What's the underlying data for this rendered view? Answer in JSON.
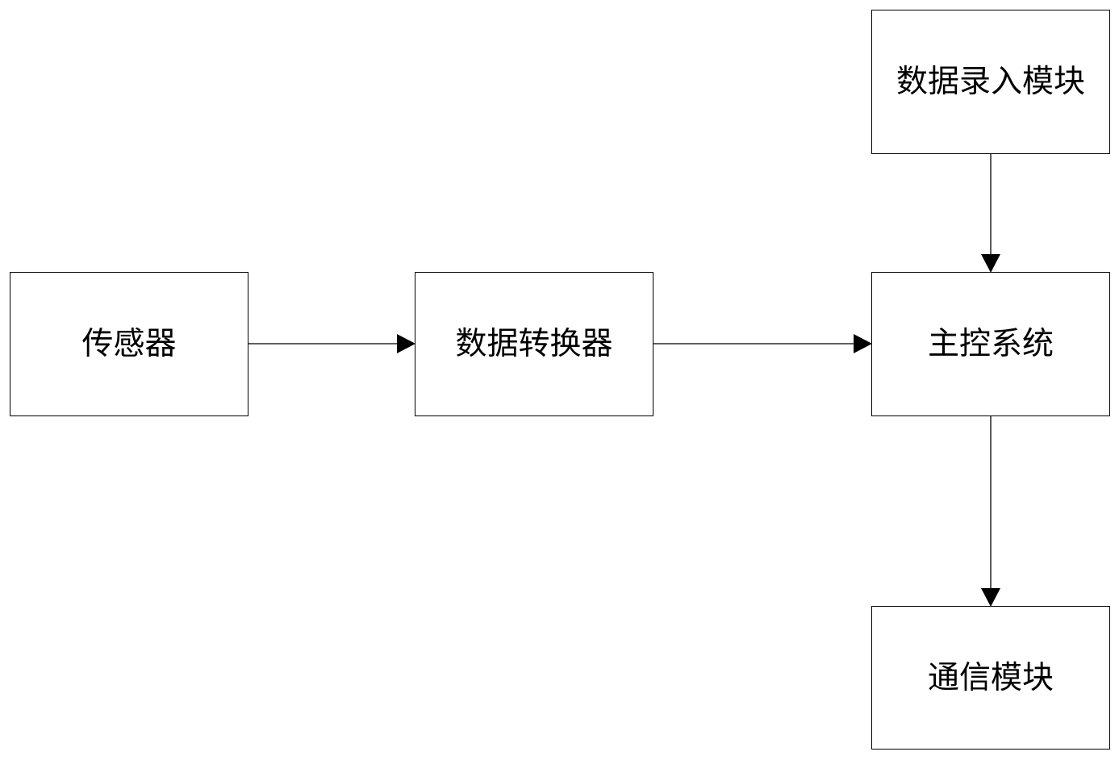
{
  "nodes": {
    "sensor": "传感器",
    "data_converter": "数据转换器",
    "main_control": "主控系统",
    "data_entry_module": "数据录入模块",
    "communication_module": "通信模块"
  },
  "edges": [
    {
      "from": "sensor",
      "to": "data_converter"
    },
    {
      "from": "data_converter",
      "to": "main_control"
    },
    {
      "from": "data_entry_module",
      "to": "main_control"
    },
    {
      "from": "main_control",
      "to": "communication_module"
    }
  ]
}
